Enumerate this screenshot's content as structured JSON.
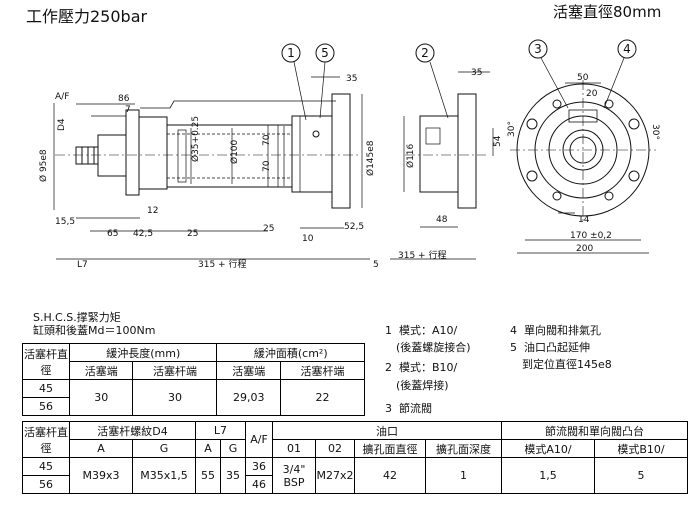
{
  "header": {
    "pressure_label": "工作壓力250bar",
    "bore_label": "活塞直徑80mm"
  },
  "drawing": {
    "callouts": [
      "1",
      "5",
      "2",
      "3",
      "4"
    ],
    "dims": {
      "af": "A/F",
      "d4": "D4",
      "d95": "Ø 95e8",
      "d100": "Ø100",
      "d35": "Ø35+0.25",
      "d145": "Ø145e8",
      "d116": "Ø116",
      "v86": "86",
      "v7": "7",
      "v12": "12",
      "v15_5": "15,5",
      "v65": "65",
      "v42_5": "42,5",
      "v25a": "25",
      "v25b": "25",
      "v35a": "35",
      "v10": "10",
      "v52_5": "52,5",
      "v70a": "70",
      "v70b": "70",
      "l7": "L7",
      "stroke1": "315 + 行程",
      "v5": "5",
      "v35b": "35",
      "v54": "54",
      "v48": "48",
      "stroke2": "315 + 行程",
      "v50": "50",
      "v20": "20",
      "v30a": "30°",
      "v30b": "30°",
      "v14": "14",
      "v170": "170 ±0,2",
      "v200": "200"
    }
  },
  "notes": {
    "torque_title": "S.H.C.S.撑緊力矩",
    "torque_value": "缸頭和後蓋Md＝100Nm"
  },
  "legend": [
    {
      "num": "1",
      "text": "模式：A10/",
      "sub": "(後蓋螺旋接合)"
    },
    {
      "num": "2",
      "text": "模式：B10/",
      "sub": "(後蓋焊接)"
    },
    {
      "num": "3",
      "text": "節流閥",
      "sub": ""
    },
    {
      "num": "4",
      "text": "單向閥和排氣孔",
      "sub": ""
    },
    {
      "num": "5",
      "text": "油口凸起延伸",
      "sub": "到定位直徑145e8"
    }
  ],
  "table1": {
    "h_rod": "活塞杆直徑",
    "h_cushion_len": "緩沖長度(mm)",
    "h_cushion_area": "緩沖面積(cm²)",
    "h_piston_end": "活塞端",
    "h_rod_end": "活塞杆端",
    "h_piston_end2": "活塞端",
    "h_rod_end2": "活塞杆端",
    "rod1": "45",
    "rod2": "56",
    "len_piston": "30",
    "len_rod": "30",
    "area_piston": "29,03",
    "area_rod": "22"
  },
  "table2": {
    "h_rod": "活塞杆直徑",
    "h_thread": "活塞杆螺紋D4",
    "h_l7": "L7",
    "h_af": "A/F",
    "h_port": "油口",
    "h_boss": "節流閥和單向閥凸台",
    "h_a": "A",
    "h_g": "G",
    "h_a2": "A",
    "h_g2": "G",
    "h_01": "01",
    "h_02": "02",
    "h_bore_d": "擴孔面直徑",
    "h_bore_depth": "擴孔面深度",
    "h_mode_a": "模式A10/",
    "h_mode_b": "模式B10/",
    "rod1": "45",
    "rod2": "56",
    "thread_a": "M39x3",
    "thread_g": "M35x1,5",
    "l7_a": "55",
    "l7_g": "35",
    "af1": "36",
    "af2": "46",
    "port01": "3/4\" BSP",
    "port02": "M27x2",
    "bore_d": "42",
    "bore_depth": "1",
    "mode_a": "1,5",
    "mode_b": "5"
  }
}
